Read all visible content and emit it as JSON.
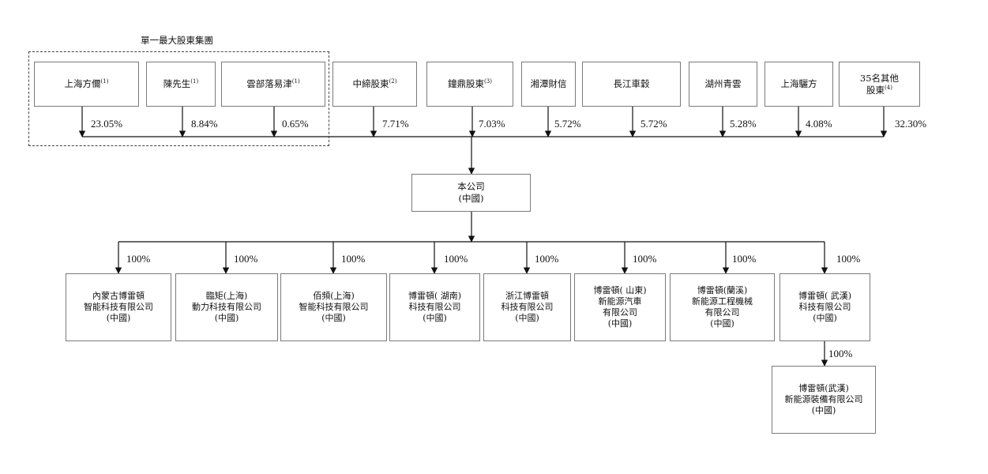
{
  "group": {
    "label": "單一最大股東集團"
  },
  "shareholders": [
    {
      "name": "上海方儞",
      "note": "(1)",
      "pct": "23.05%"
    },
    {
      "name": "陳先生",
      "note": "(1)",
      "pct": "8.84%"
    },
    {
      "name": "雲部落易津",
      "note": "(1)",
      "pct": "0.65%"
    },
    {
      "name": "中締股東",
      "note": "(2)",
      "pct": "7.71%"
    },
    {
      "name": "鐘鼎股東",
      "note": "(3)",
      "pct": "7.03%"
    },
    {
      "name": "湘潭財信",
      "note": "",
      "pct": "5.72%"
    },
    {
      "name": "長江車穀",
      "note": "",
      "pct": "5.72%"
    },
    {
      "name": "湖州青雲",
      "note": "",
      "pct": "5.28%"
    },
    {
      "name": "上海驪方",
      "note": "",
      "pct": "4.08%"
    },
    {
      "name": "35名其他",
      "name2": "股東",
      "note": "(4)",
      "pct": "32.30%"
    }
  ],
  "company": {
    "line1": "本公司",
    "line2": "(中國)"
  },
  "subsidiaries": [
    {
      "lines": [
        "內蒙古博雷頓",
        "智能科技有限公司",
        "(中國)"
      ],
      "pct": "100%"
    },
    {
      "lines": [
        "臨矩(上海)",
        "動力科技有限公司",
        "(中國)"
      ],
      "pct": "100%"
    },
    {
      "lines": [
        "佰頻(上海)",
        "智能科技有限公司",
        "(中國)"
      ],
      "pct": "100%"
    },
    {
      "lines": [
        "博雷頓( 湖南)",
        "科技有限公司",
        "(中國)"
      ],
      "pct": "100%"
    },
    {
      "lines": [
        "浙江博雷頓",
        "科技有限公司",
        "(中國)"
      ],
      "pct": "100%"
    },
    {
      "lines": [
        "博雷頓( 山東)",
        "新能源汽車",
        "有限公司",
        "(中國)"
      ],
      "pct": "100%"
    },
    {
      "lines": [
        "博雷頓(蘭溪)",
        "新能源工程機械",
        "有限公司",
        "(中國)"
      ],
      "pct": "100%"
    },
    {
      "lines": [
        "博雷頓( 武漢)",
        "科技有限公司",
        "(中國)"
      ],
      "pct": "100%"
    }
  ],
  "sub_subsidiary": {
    "lines": [
      "博雷頓(武漢)",
      "新能源裝備有限公司",
      "(中國)"
    ],
    "pct": "100%"
  }
}
